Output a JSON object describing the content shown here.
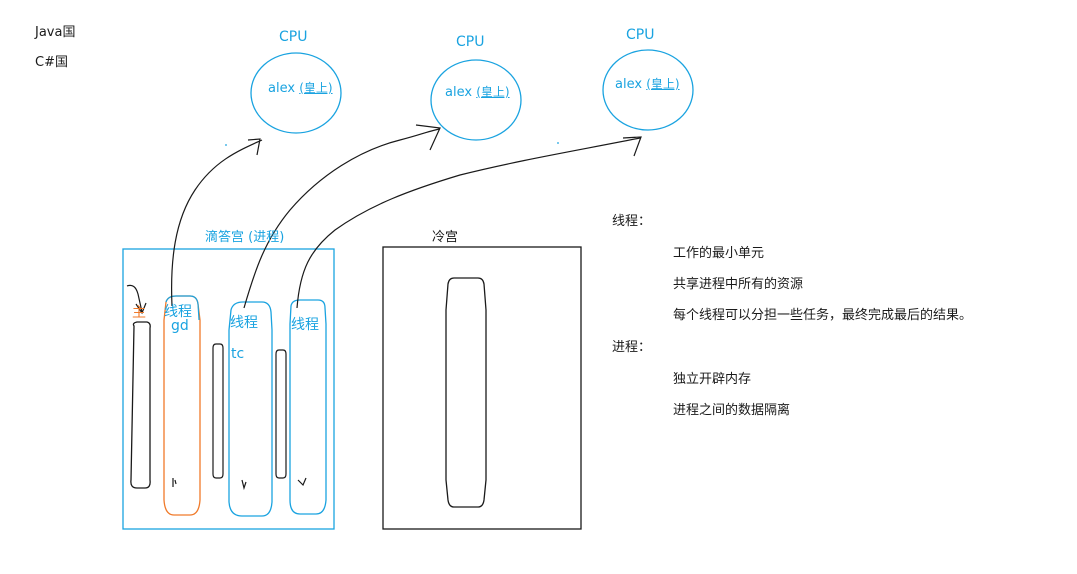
{
  "top_labels": {
    "java": "Java国",
    "csharp": "C#国"
  },
  "cpus": [
    {
      "title": "CPU",
      "name": "alex",
      "role": "(皇上)"
    },
    {
      "title": "CPU",
      "name": "alex",
      "role": "(皇上)"
    },
    {
      "title": "CPU",
      "name": "alex",
      "role": "(皇上)"
    }
  ],
  "process_box": {
    "title": "滴答宫 (进程)",
    "main_label": "主",
    "threads": [
      {
        "label": "线程",
        "sub": "gd"
      },
      {
        "label": "线程",
        "sub": "tc"
      },
      {
        "label": "线程",
        "sub": ""
      }
    ]
  },
  "cold_palace": {
    "title": "冷宫"
  },
  "notes": {
    "thread_heading": "线程：",
    "thread_points": [
      "工作的最小单元",
      "共享进程中所有的资源",
      "每个线程可以分担一些任务，最终完成最后的结果。"
    ],
    "process_heading": "进程：",
    "process_points": [
      "独立开辟内存",
      "进程之间的数据隔离"
    ]
  },
  "colors": {
    "blue": "#1aa3e0",
    "orange": "#f07a2a",
    "ink": "#1a1a1a"
  }
}
